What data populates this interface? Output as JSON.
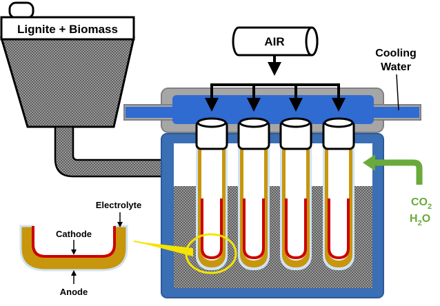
{
  "labels": {
    "hopper": "Lignite + Biomass",
    "air": "AIR",
    "cooling_line1": "Cooling",
    "cooling_line2": "Water",
    "co2": "CO",
    "co2_sub": "2",
    "h2o": "H",
    "h2o_sub": "2",
    "h2o_tail": "O",
    "electrolyte": "Electrolyte",
    "cathode": "Cathode",
    "anode": "Anode"
  },
  "colors": {
    "outer_shell": "#3a6eb5",
    "shell_dark": "#2b5a99",
    "cooling_jacket_gray": "#a6a6a6",
    "cooling_water_blue": "#2f6bd0",
    "fuel_bed": "#8c8c8c",
    "anode_gold": "#c8960c",
    "cathode_red": "#cc0000",
    "electrolyte_light": "#cfe3f5",
    "co2_green": "#6aaa3a",
    "callout_yellow": "#f5e400"
  }
}
